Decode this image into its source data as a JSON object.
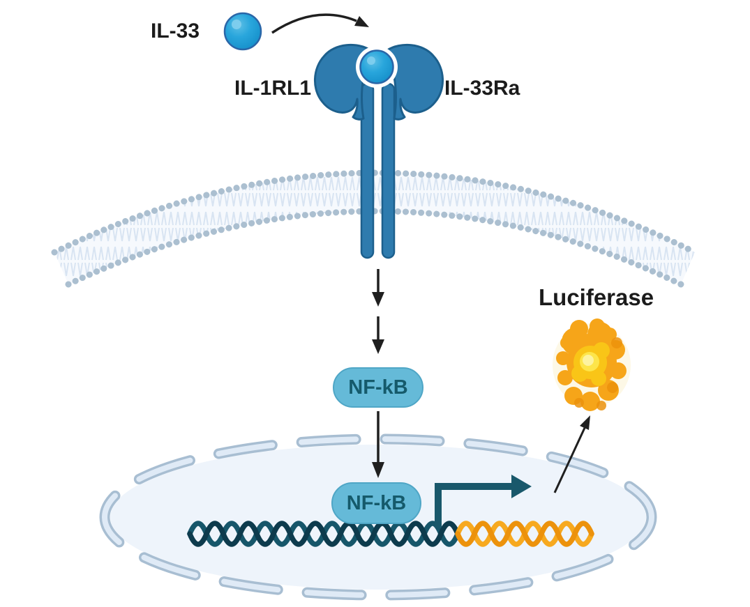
{
  "figure": {
    "type": "cell-signaling-pathway-diagram",
    "background_color": "#ffffff",
    "description": "IL-33 ligand binds IL-1RL1/IL-33Ra receptor at the cell membrane, signals to NF-kB, which translocates into the nucleus, binds DNA and drives transcription of a luciferase reporter gene"
  },
  "labels": {
    "ligand": "IL-33",
    "receptor_left": "IL-1RL1",
    "receptor_right": "IL-33Ra",
    "nfkb_cytoplasm": "NF-kB",
    "nfkb_nucleus": "NF-kB",
    "reporter": "Luciferase"
  },
  "elements": {
    "ligand_ball": "il33-ligand-icon",
    "binding_arrow": "curved-binding-arrow-icon",
    "receptor": "dimeric-receptor-icon",
    "membrane": "lipid-bilayer-membrane",
    "signal_arrows": "downstream-signal-arrows",
    "nucleus": "nucleus-dashed-envelope",
    "dna_genomic": "dna-double-helix-dark",
    "dna_reporter": "luciferase-gene-helix-orange",
    "transcription_arrow": "transcription-start-elbow-arrow",
    "expression_arrow": "expression-arrow",
    "luciferase_blob": "luciferase-enzyme-glow-icon"
  },
  "colors": {
    "ligand_blue": "#1e9fd6",
    "ligand_highlight": "#82cfee",
    "receptor_fill": "#2e7bae",
    "receptor_outline": "#1c5f8c",
    "ball_rim": "#2a66a8",
    "membrane_head_dot": "#abbfd0",
    "membrane_tail": "#d8e4f2",
    "pill_fill": "#65bad8",
    "pill_border": "#4fa6c6",
    "pill_text": "#155a6b",
    "nucleus_fill": "#eef4fb",
    "nucleus_dash_outline": "#a8bed2",
    "nucleus_dash_fill": "#dfeaf6",
    "dna_teal_light": "#16566a",
    "dna_teal_dark": "#0d3b4d",
    "dna_orange_light": "#f7a91f",
    "dna_orange_dark": "#ec920c",
    "transcription_arrow": "#19586b",
    "black_arrow": "#1f1f1f",
    "luciferase_outer": "#f6a519",
    "luciferase_mid": "#f9c517",
    "luciferase_glow": "#fde54a",
    "luciferase_core": "#fdf3a0",
    "label_text": "#1b1b1b"
  }
}
